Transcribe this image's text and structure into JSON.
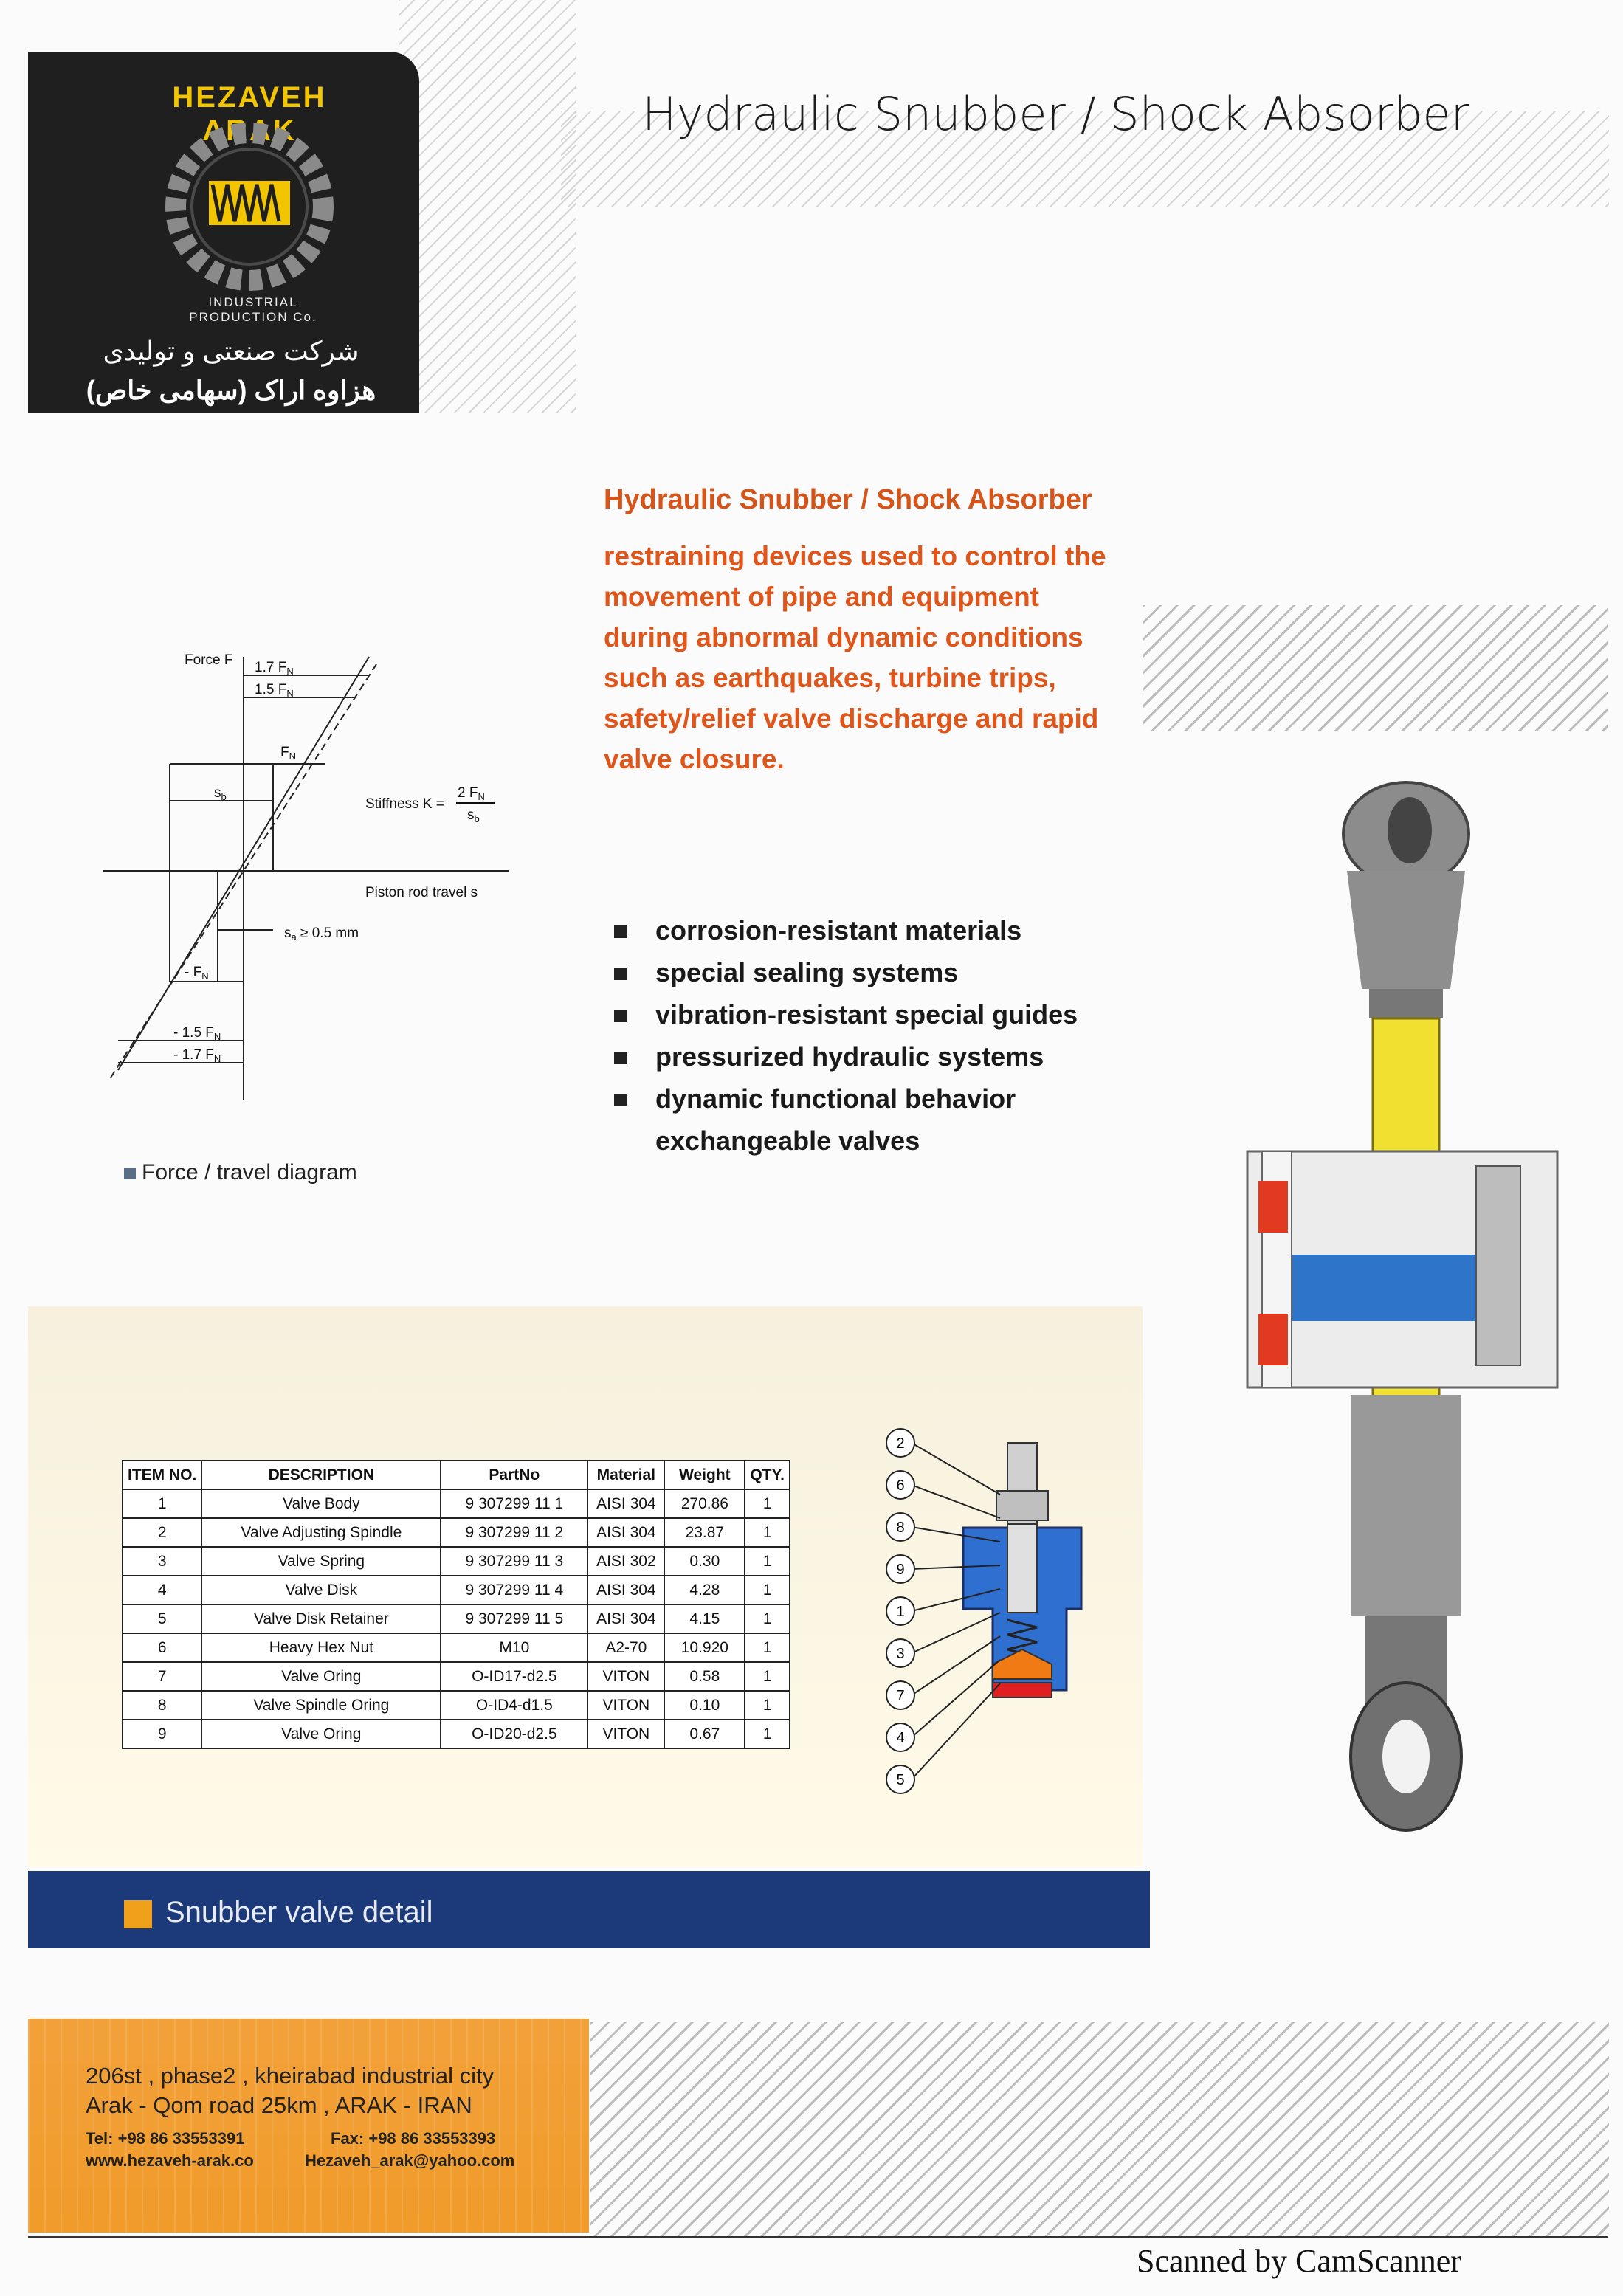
{
  "logo": {
    "brand_en": "HEZAVEH ARAK",
    "brand_sub": "INDUSTRIAL PRODUCTION Co.",
    "brand_fa_line1": "شرکت صنعتی و تولیدی",
    "brand_fa_line2": "هزاوه اراک (سهامی خاص)"
  },
  "header": {
    "title": "Hydraulic Snubber / Shock Absorber"
  },
  "intro": {
    "title": "Hydraulic Snubber / Shock Absorber",
    "lines": [
      "restraining devices used to control the",
      "movement of pipe and equipment",
      "during abnormal dynamic conditions",
      "such as earthquakes, turbine trips,",
      "safety/relief valve discharge and rapid",
      "valve closure."
    ]
  },
  "features": [
    "corrosion-resistant materials",
    "special sealing systems",
    "vibration-resistant special guides",
    "pressurized hydraulic systems",
    "dynamic functional behavior",
    "exchangeable valves"
  ],
  "diagram": {
    "y_label": "Force F",
    "f17": "1.7 F",
    "f15": "1.5 F",
    "fn": "F",
    "sb": "s",
    "stiffness_label": "Stiffness K =",
    "stiffness_num": "2 F",
    "stiffness_den": "s",
    "x_label": "Piston rod travel  s",
    "sa": "s",
    "sa_rest": " ≥ 0.5 mm",
    "neg_fn": "- F",
    "neg_f15": "- 1.5 F",
    "neg_f17": "- 1.7 F",
    "sub_n": "N",
    "sub_b": "b",
    "sub_a": "a",
    "caption": "Force / travel diagram"
  },
  "parts_table": {
    "headers": [
      "ITEM NO.",
      "DESCRIPTION",
      "PartNo",
      "Material",
      "Weight",
      "QTY."
    ],
    "rows": [
      [
        "1",
        "Valve Body",
        "9 307299 11 1",
        "AISI 304",
        "270.86",
        "1"
      ],
      [
        "2",
        "Valve Adjusting Spindle",
        "9 307299 11 2",
        "AISI 304",
        "23.87",
        "1"
      ],
      [
        "3",
        "Valve Spring",
        "9 307299 11 3",
        "AISI 302",
        "0.30",
        "1"
      ],
      [
        "4",
        "Valve Disk",
        "9 307299 11 4",
        "AISI 304",
        "4.28",
        "1"
      ],
      [
        "5",
        "Valve Disk Retainer",
        "9 307299 11 5",
        "AISI 304",
        "4.15",
        "1"
      ],
      [
        "6",
        "Heavy Hex Nut",
        "M10",
        "A2-70",
        "10.920",
        "1"
      ],
      [
        "7",
        "Valve Oring",
        "O-ID17-d2.5",
        "VITON",
        "0.58",
        "1"
      ],
      [
        "8",
        "Valve Spindle Oring",
        "O-ID4-d1.5",
        "VITON",
        "0.10",
        "1"
      ],
      [
        "9",
        "Valve Oring",
        "O-ID20-d2.5",
        "VITON",
        "0.67",
        "1"
      ]
    ]
  },
  "valve_callouts": [
    "2",
    "6",
    "8",
    "9",
    "1",
    "3",
    "7",
    "4",
    "5"
  ],
  "section_bar": {
    "label": "Snubber valve detail"
  },
  "contact": {
    "address_line1": "206st , phase2 , kheirabad industrial city",
    "address_line2": "Arak - Qom road 25km ,  ARAK - IRAN",
    "tel": "Tel: +98 86 33553391",
    "fax": "Fax: +98 86 33553393",
    "website": "www.hezaveh-arak.co",
    "email": "Hezaveh_arak@yahoo.com"
  },
  "footer": {
    "scanned": "Scanned by CamScanner"
  },
  "colors": {
    "orange_text": "#e0551a",
    "blue_bar": "#1c3a7a",
    "orange_block": "#f09b2a",
    "logo_bg": "#1f1f1f"
  }
}
